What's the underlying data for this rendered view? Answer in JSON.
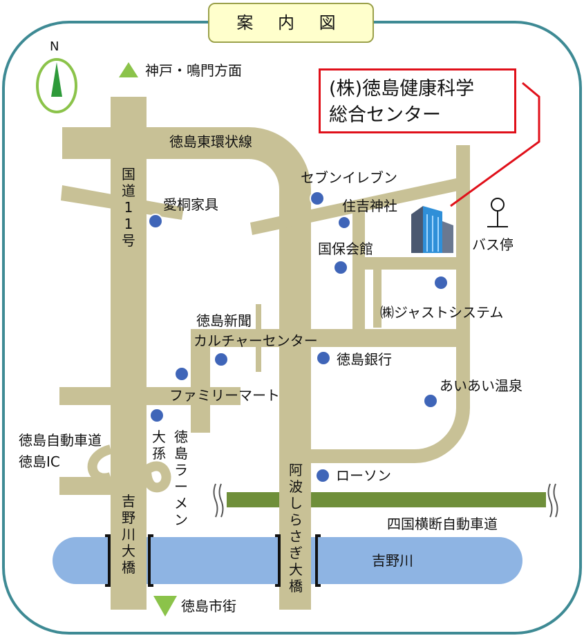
{
  "title": "案 内 図",
  "headquarters": {
    "line1": "(株)徳島健康科学",
    "line2": "総合センター"
  },
  "compass": {
    "label": "N"
  },
  "directions": {
    "north": "神戸・鳴門方面",
    "south": "徳島市街"
  },
  "roads": {
    "ring_road": "徳島東環状線",
    "route11": "国道11号",
    "tokushima_expressway": "徳島自動車道",
    "tokushima_ic": "徳島IC",
    "shikoku_expressway": "四国横断自動車道"
  },
  "landmarks": {
    "seven_eleven": "セブンイレブン",
    "sumiyoshi_shrine": "住吉神社",
    "aito_kagu": "愛桐家具",
    "kokuho_kaikan": "国保会館",
    "bus_stop": "バス停",
    "justsystem": "㈱ジャストシステム",
    "shimbun_line1": "徳島新聞",
    "shimbun_line2": "カルチャーセンター",
    "tokushima_bank": "徳島銀行",
    "familymart": "ファミリーマート",
    "aiai_onsen": "あいあい温泉",
    "ohmago": "大孫",
    "tokushima_ramen": "徳島ラーメン",
    "lawson": "ローソン"
  },
  "river": {
    "name": "吉野川"
  },
  "bridges": {
    "yoshino_bridge": "吉野川大橋",
    "awa_shirasagi_bridge": "阿波しらさぎ大橋"
  },
  "colors": {
    "road": "#c8c196",
    "river": "#8eb4e3",
    "expressway": "#6f8f3a",
    "frame": "#3e8a94",
    "marker": "#3f65b8",
    "arrow": "#8bc34a",
    "accent_red": "#e0101a"
  }
}
